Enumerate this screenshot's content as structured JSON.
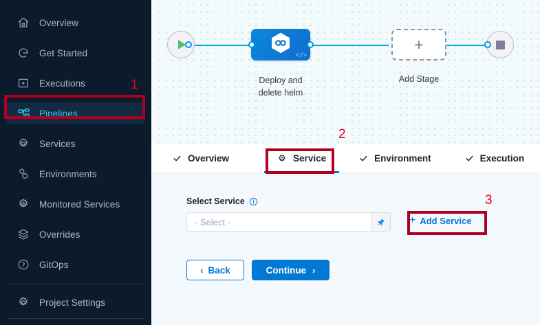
{
  "sidebar": {
    "items": [
      {
        "label": "Overview",
        "icon": "home-icon",
        "active": false
      },
      {
        "label": "Get Started",
        "icon": "get-started-icon",
        "active": false
      },
      {
        "label": "Executions",
        "icon": "executions-icon",
        "active": false
      },
      {
        "label": "Pipelines",
        "icon": "pipelines-icon",
        "active": true
      },
      {
        "label": "Services",
        "icon": "gear-icon",
        "active": false
      },
      {
        "label": "Environments",
        "icon": "environments-icon",
        "active": false
      },
      {
        "label": "Monitored Services",
        "icon": "monitored-services-icon",
        "active": false
      },
      {
        "label": "Overrides",
        "icon": "layers-icon",
        "active": false
      },
      {
        "label": "GitOps",
        "icon": "gitops-icon",
        "active": false
      }
    ],
    "settings": {
      "label": "Project Settings",
      "icon": "gear-icon"
    },
    "colors": {
      "background": "#0b1b2b",
      "active_text": "#33c5f4",
      "active_bg": "#132b42"
    }
  },
  "canvas": {
    "start_node": {
      "icon": "play-icon"
    },
    "end_node": {
      "icon": "stop-icon"
    },
    "stage": {
      "caption_line1": "Deploy and",
      "caption_line2": "delete helm",
      "icon": "chain-hexagon-icon",
      "badge_icon": "code-icon",
      "color": "#0e7ad4"
    },
    "add_stage": {
      "label": "Add Stage",
      "icon": "plus-icon"
    },
    "connector_color": "#00ade4"
  },
  "tabs": [
    {
      "label": "Overview",
      "icon": "check-icon",
      "active": false
    },
    {
      "label": "Service",
      "icon": "gear-icon",
      "active": true
    },
    {
      "label": "Environment",
      "icon": "check-icon",
      "active": false
    },
    {
      "label": "Execution",
      "icon": "check-icon",
      "active": false
    }
  ],
  "form": {
    "field_label": "Select Service",
    "field_info_icon": "info-icon",
    "select_value": "- Select -",
    "pin_icon": "pin-icon",
    "add_service_label": "Add Service",
    "add_service_plus": "+",
    "back_label": "Back",
    "back_chevron": "‹",
    "continue_label": "Continue",
    "continue_chevron": "›"
  },
  "annotations": [
    {
      "number": "1",
      "target": "sidebar-item-pipelines"
    },
    {
      "number": "2",
      "target": "tab-service"
    },
    {
      "number": "3",
      "target": "add-service-link"
    }
  ],
  "accent_color": "#0278d5",
  "annotation_color": "#b00020"
}
